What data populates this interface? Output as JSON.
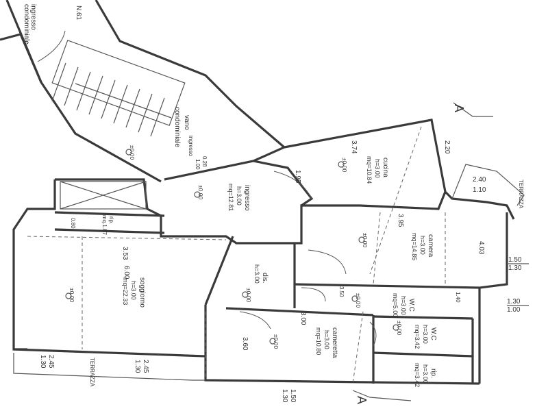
{
  "plan": {
    "stair_label_1": "vano",
    "stair_label_2": "condominiale",
    "stair_level": "±0.00",
    "stair_step_1": "0.28",
    "stair_step_2": "1.00",
    "entrance_condo_1": "ingresso",
    "entrance_condo_2": "condominiale",
    "ingresso_label": "ingresso",
    "civic_number": "N.61",
    "section_mark": "A",
    "rooms": {
      "soggiorno": {
        "name": "soggiorno",
        "h": "h=3.00",
        "mq": "mq=22.33",
        "lvl": "±0.00",
        "dim_a": "3.53",
        "dim_b": "6.00"
      },
      "ingresso": {
        "name": "ingresso",
        "h": "h=3.00",
        "mq": "mq=12.81",
        "lvl": "±0.00"
      },
      "cucina": {
        "name": "cucina",
        "h": "h=3.00",
        "mq": "mq=10.84",
        "lvl": "±0.00",
        "dim_a": "3.74",
        "dim_b": "1.95",
        "dim_c": "2.20"
      },
      "camera": {
        "name": "camera",
        "h": "h=3.00",
        "mq": "mq=14.85",
        "lvl": "±0.00",
        "dim_a": "3.95",
        "dim_b": "4.03"
      },
      "dis": {
        "name": "dis.",
        "h": "h=3.00",
        "lvl": "±0.00"
      },
      "wc1": {
        "name": "W.C",
        "h": "h=3.00",
        "mq": "mq=5.00",
        "lvl": "±0.00"
      },
      "cameretta": {
        "name": "cameretta",
        "h": "h=3.00",
        "mq": "mq=10.80",
        "lvl": "±0.00",
        "dim_a": "3.00",
        "dim_b": "3.60"
      },
      "wc2": {
        "name": "W.C",
        "h": "h=3.00",
        "mq": "mq=3.42",
        "lvl": "±0.00"
      },
      "rip": {
        "name": "rip.",
        "h": "h=3.00",
        "mq": "mq=3.42"
      },
      "rip_small": {
        "name": "rip.",
        "mq": "mq.1.87"
      }
    },
    "terraces": {
      "top_right": {
        "label": "TERRAZZA",
        "w": "2.40",
        "h": "1.10"
      },
      "bottom_left": {
        "label": "TERRAZZA",
        "w1": "2.45",
        "h1": "1.30",
        "w2": "2.45",
        "h2": "1.30"
      }
    },
    "window_dims": {
      "w1": "1.50",
      "h1": "1.30",
      "w2": "1.30",
      "h2": "1.00",
      "w3": "1.50",
      "h3": "1.30"
    },
    "small_dims": {
      "d1": "0.80",
      "d2": "3.50",
      "d3": "1.40"
    }
  }
}
